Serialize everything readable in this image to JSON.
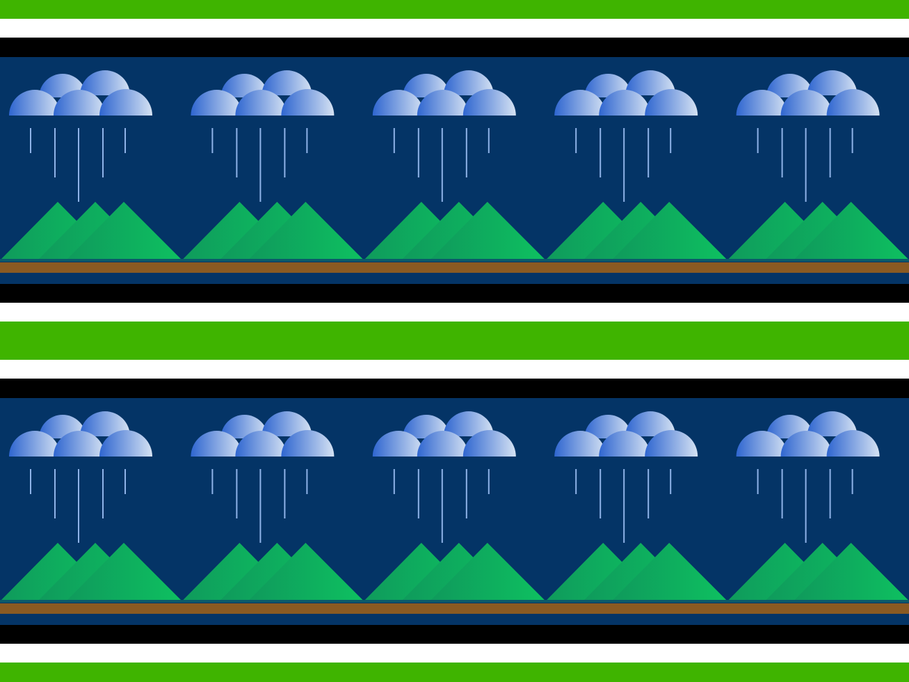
{
  "pattern": {
    "name": "rain-over-mountains-stripe-pattern",
    "bands": 2,
    "motifs_per_band": 5,
    "raindrops_per_cloud": 5,
    "clouds_bumps": 5,
    "peaks_per_motif": 3
  },
  "colors": {
    "green_stripe": "#3fb400",
    "white_stripe": "#ffffff",
    "black_stripe": "#000000",
    "sky": "#043466",
    "ground_brown": "#8a5a22",
    "ground_teal": "#0b5a6a",
    "cloud_dark": "#2f66d0",
    "cloud_light": "#d5e2f3",
    "rain": "#8fb3e8",
    "mountain_dark": "#0f9a5c",
    "mountain_light": "#0ec060"
  }
}
